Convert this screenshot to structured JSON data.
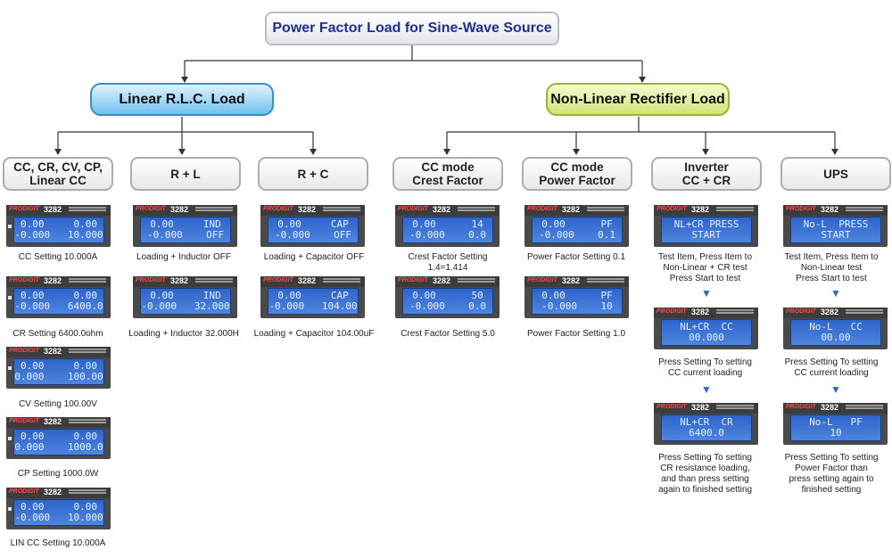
{
  "root": "Power Factor Load for Sine-Wave Source",
  "linear": "Linear R.L.C. Load",
  "nonlinear": "Non-Linear Rectifier Load",
  "categories": [
    "CC, CR, CV, CP,\nLinear  CC",
    "R + L",
    "R + C",
    "CC mode\nCrest Factor",
    "CC mode\nPower Factor",
    "Inverter\nCC + CR",
    "UPS"
  ],
  "lcd_brand": "PRODIGIT",
  "lcd_model": "3282",
  "displays": {
    "cc": {
      "r1": "0.00     0.00",
      "r2": "-0.000   10.000"
    },
    "cr": {
      "r1": "0.00     0.00",
      "r2": "-0.000   6400.0"
    },
    "cv": {
      "r1": "0.00     0.00",
      "r2": "0.000    100.00"
    },
    "cp": {
      "r1": "0.00     0.00",
      "r2": "0.000    1000.0"
    },
    "lin": {
      "r1": "0.00     0.00",
      "r2": "-0.000   10.000"
    },
    "rl1": {
      "r1": "0.00     IND",
      "r2": "-0.000    OFF"
    },
    "rl2": {
      "r1": "0.00     IND",
      "r2": "-0.000   32.000"
    },
    "rc1": {
      "r1": "0.00     CAP",
      "r2": "-0.000    OFF"
    },
    "rc2": {
      "r1": "0.00     CAP",
      "r2": "-0.000   104.00"
    },
    "cf1": {
      "r1": "0.00      14",
      "r2": "-0.000    0.0"
    },
    "cf2": {
      "r1": "0.00      50",
      "r2": "-0.000    0.0"
    },
    "pf1": {
      "r1": "0.00      PF",
      "r2": "-0.000    0.1"
    },
    "pf2": {
      "r1": "0.00      PF",
      "r2": "-0.000    10"
    },
    "inv1": {
      "r1": "NL+CR PRESS",
      "r2": "START"
    },
    "inv2": {
      "r1": "NL+CR  CC",
      "r2": "00.000"
    },
    "inv3": {
      "r1": "NL+CR  CR",
      "r2": "6400.0"
    },
    "ups1": {
      "r1": "No-L  PRESS",
      "r2": "START"
    },
    "ups2": {
      "r1": "No-L   CC",
      "r2": "00.00"
    },
    "ups3": {
      "r1": "No-L   PF",
      "r2": "10"
    }
  },
  "captions": {
    "cc": "CC Setting 10.000A",
    "cr": "CR Setting 6400.0ohm",
    "cv": "CV Setting 100.00V",
    "cp": "CP Setting 1000.0W",
    "lin": "LIN CC Setting 10.000A",
    "rl1": "Loading + Inductor OFF",
    "rl2": "Loading + Inductor 32.000H",
    "rc1": "Loading + Capacitor OFF",
    "rc2": "Loading + Capacitor 104.00uF",
    "cf1": "Crest Factor Setting\n1.4=1.414",
    "cf2": "Crest Factor Setting 5.0",
    "pf1": "Power Factor Setting 0.1",
    "pf2": "Power Factor Setting 1.0",
    "inv1": "Test Item, Press Item to\nNon-Linear + CR test\nPress Start to test",
    "inv2": "Press Setting To setting\nCC current loading",
    "inv3": "Press Setting To setting\nCR resistance loading,\nand than press setting\nagain to finished setting",
    "ups1": "Test Item, Press Item to\nNon-Linear test\nPress Start to test",
    "ups2": "Press Setting To setting\nCC current loading",
    "ups3": "Press Setting To setting\nPower Factor than\npress setting again to\nfinished setting"
  },
  "arrow_glyph": "▼"
}
